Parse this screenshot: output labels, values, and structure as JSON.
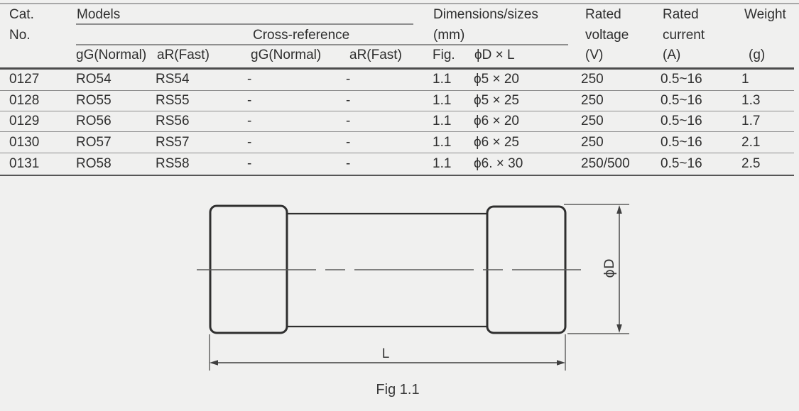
{
  "table": {
    "header": {
      "cat": "Cat.",
      "no": "No.",
      "models": "Models",
      "cross_reference": "Cross-reference",
      "sub_gg_models": "gG(Normal)",
      "sub_ar_models": "aR(Fast)",
      "sub_gg_cross": "gG(Normal)",
      "sub_ar_cross": "aR(Fast)",
      "dimensions": "Dimensions/sizes",
      "mm": "(mm)",
      "fig": "Fig.",
      "dxl": "ϕD × L",
      "rated_v": "Rated",
      "voltage": "voltage",
      "v_unit": "(V)",
      "rated_c": "Rated",
      "current": "current",
      "a_unit": "(A)",
      "weight": "Weight",
      "g_unit": "(g)"
    },
    "rows": [
      {
        "cat": "0127",
        "gg": "RO54",
        "ar": "RS54",
        "xgg": "-",
        "xar": "-",
        "fig": "1.1",
        "dxl": "ϕ5 × 20",
        "voltage": "250",
        "current": "0.5~16",
        "weight": "1"
      },
      {
        "cat": "0128",
        "gg": "RO55",
        "ar": "RS55",
        "xgg": "-",
        "xar": "-",
        "fig": "1.1",
        "dxl": "ϕ5 × 25",
        "voltage": "250",
        "current": "0.5~16",
        "weight": "1.3"
      },
      {
        "cat": "0129",
        "gg": "RO56",
        "ar": "RS56",
        "xgg": "-",
        "xar": "-",
        "fig": "1.1",
        "dxl": "ϕ6 × 20",
        "voltage": "250",
        "current": "0.5~16",
        "weight": "1.7"
      },
      {
        "cat": "0130",
        "gg": "RO57",
        "ar": "RS57",
        "xgg": "-",
        "xar": "-",
        "fig": "1.1",
        "dxl": "ϕ6 × 25",
        "voltage": "250",
        "current": "0.5~16",
        "weight": "2.1"
      },
      {
        "cat": "0131",
        "gg": "RO58",
        "ar": "RS58",
        "xgg": "-",
        "xar": "-",
        "fig": "1.1",
        "dxl": "ϕ6. × 30",
        "voltage": "250/500",
        "current": "0.5~16",
        "weight": "2.5"
      }
    ]
  },
  "figure": {
    "diameter_label": "ϕD",
    "length_label": "L",
    "caption": "Fig 1.1"
  },
  "colors": {
    "background": "#f0f0ef",
    "text": "#2e2e2e",
    "outline_stroke": "#2f2f2f",
    "dimension_stroke": "#3f3f3f",
    "rule_gray": "#8f8f8f"
  }
}
